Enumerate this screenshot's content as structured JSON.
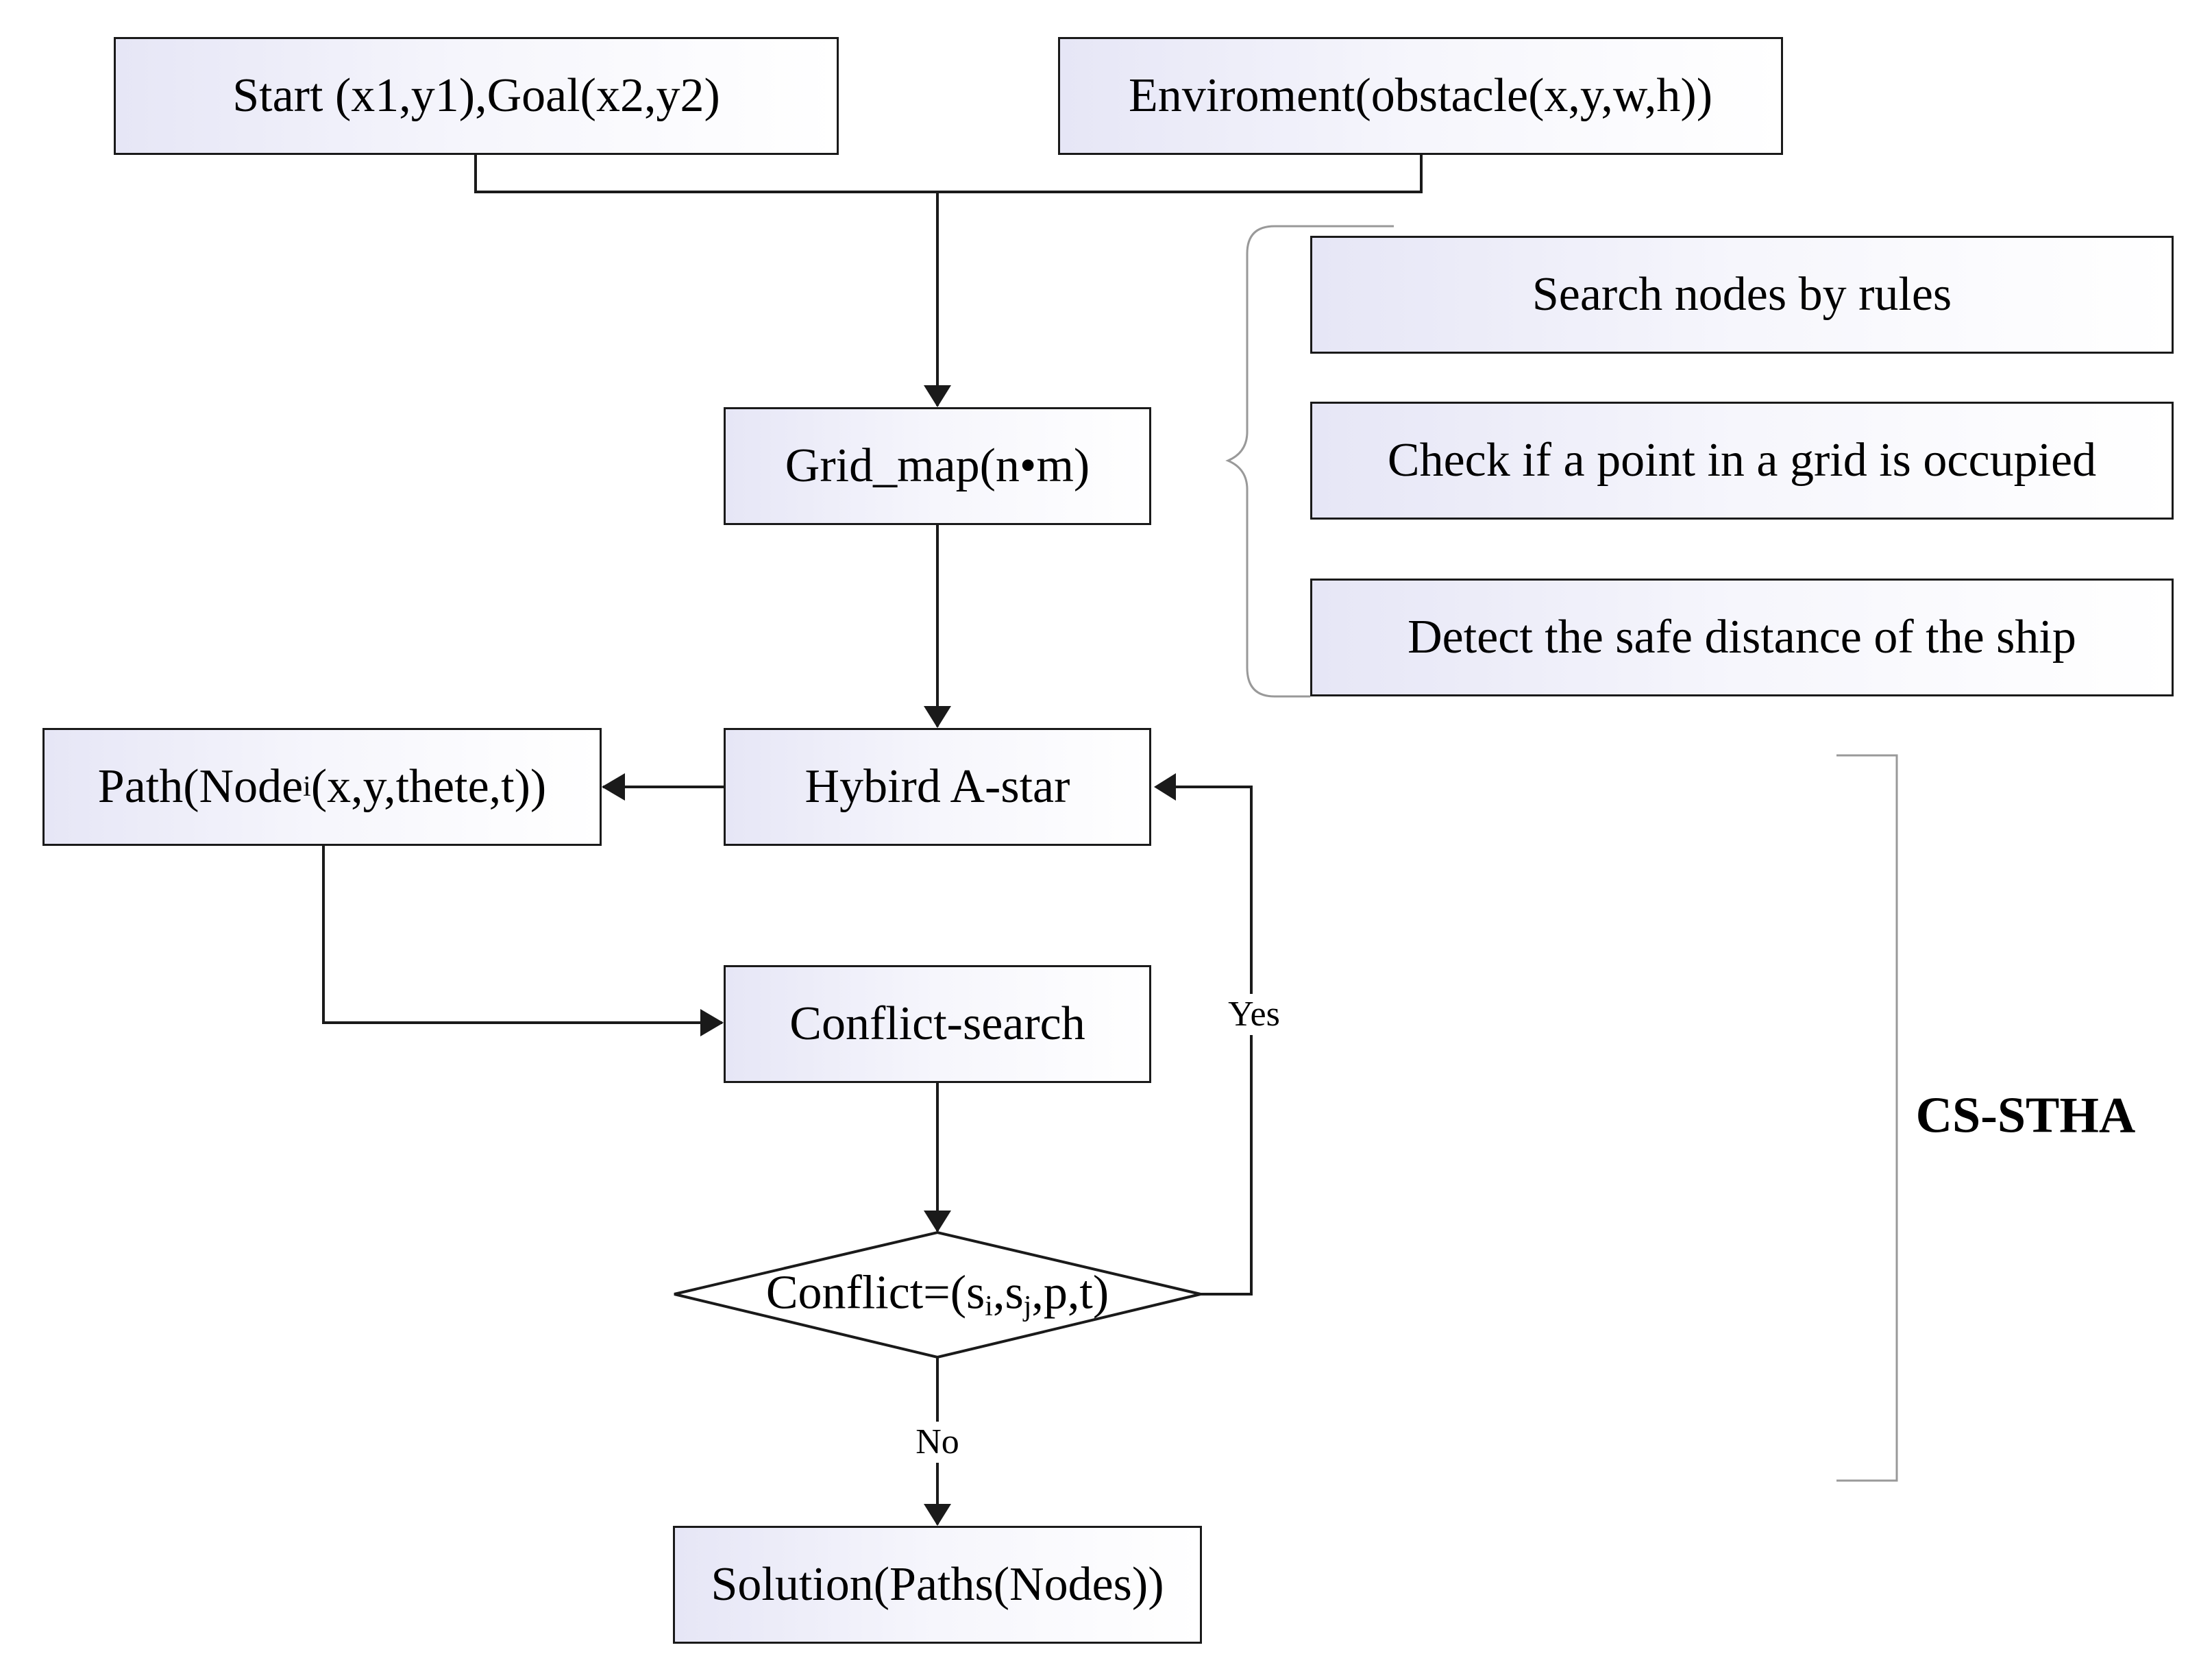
{
  "nodes": {
    "start": "Start (x1,y1),Goal(x2,y2)",
    "env": "Enviroment(obstacle(x,y,w,h))",
    "grid": "Grid_map(n•m)",
    "hybrid": "Hybird A-star",
    "path_prefix": "Path(Node",
    "path_sub": "i",
    "path_suffix": "(x,y,thete,t))",
    "conflict_search": "Conflict-search",
    "conflict_prefix": "Conflict=(s",
    "conflict_sub_i": "i",
    "conflict_mid": ",s",
    "conflict_sub_j": "j",
    "conflict_suffix": ",p,t)",
    "solution": "Solution(Paths(Nodes))"
  },
  "side_steps": [
    "Search nodes by rules",
    "Check if a point in a grid is occupied",
    "Detect the safe distance of the ship"
  ],
  "edge_labels": {
    "yes": "Yes",
    "no": "No"
  },
  "group_label": "CS-STHA",
  "colors": {
    "line": "#1a1a1a",
    "bracket": "#999999",
    "box_fill_left": "#e6e6f6"
  }
}
